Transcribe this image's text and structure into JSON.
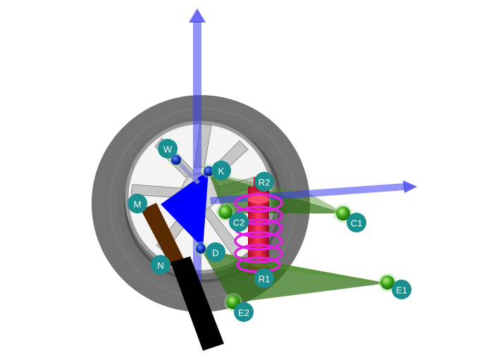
{
  "viewport": {
    "background": "#ffffff",
    "label_color": "#1a8f8f",
    "label_text_color": "#ffffff"
  },
  "scene": {
    "objects": [
      {
        "name": "tire",
        "color": "#5a5a5a"
      },
      {
        "name": "rim",
        "color": "#c8c8c8"
      },
      {
        "name": "upright",
        "color": "#0000ff"
      },
      {
        "name": "upper-control-arm",
        "color": "#3f7f1f"
      },
      {
        "name": "lower-control-arm",
        "color": "#3f7f1f"
      },
      {
        "name": "spring",
        "color": "#e020e0"
      },
      {
        "name": "damper",
        "color": "#e01030"
      },
      {
        "name": "tie-rod",
        "color": "#5a2a00"
      },
      {
        "name": "steering-link",
        "color": "#000000"
      },
      {
        "name": "axis-vertical",
        "color": "#4a4ae8"
      },
      {
        "name": "axis-lateral",
        "color": "#4a4ae8"
      }
    ]
  },
  "points": {
    "W": "W",
    "K": "K",
    "R2": "R2",
    "M": "M",
    "C2": "C2",
    "C1": "C1",
    "D": "D",
    "N": "N",
    "R1": "R1",
    "E1": "E1",
    "E2": "E2"
  }
}
